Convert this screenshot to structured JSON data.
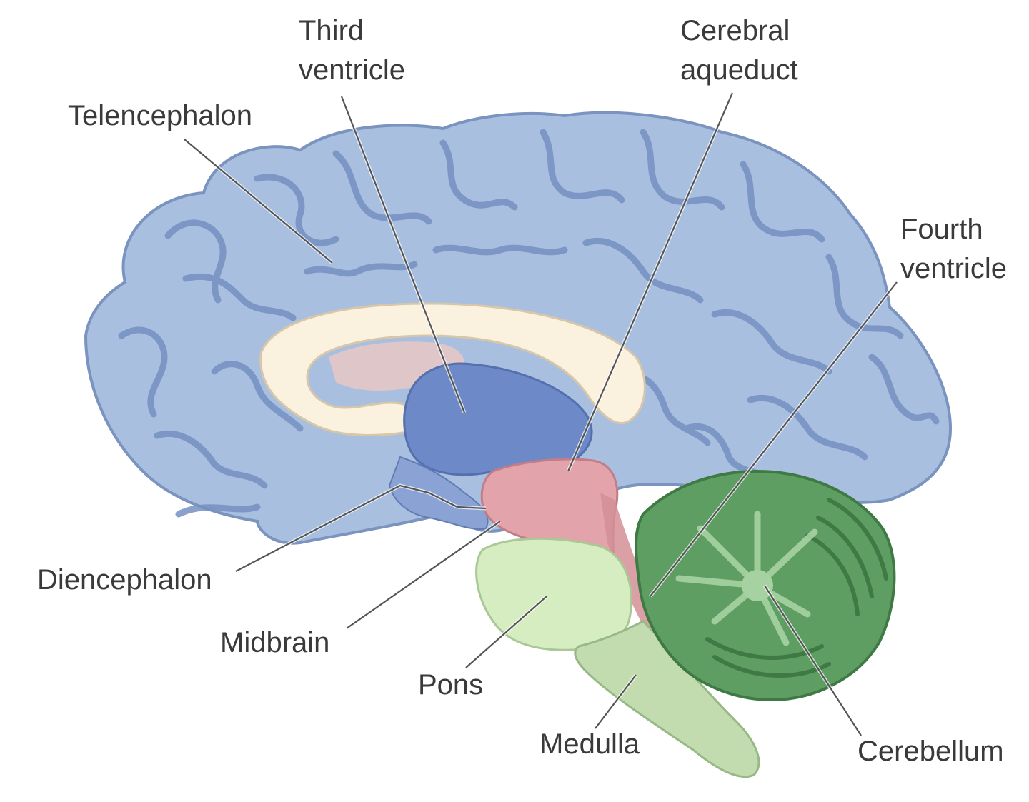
{
  "labels": {
    "third_ventricle": [
      "Third",
      "ventricle"
    ],
    "cerebral_aqueduct": [
      "Cerebral",
      "aqueduct"
    ],
    "telencephalon": "Telencephalon",
    "fourth_ventricle": [
      "Fourth",
      "ventricle"
    ],
    "diencephalon": "Diencephalon",
    "midbrain": "Midbrain",
    "pons": "Pons",
    "medulla": "Medulla",
    "cerebellum": "Cerebellum"
  },
  "colors": {
    "cerebrum": "#a9bfe0",
    "cerebrum_dark": "#6f8cbf",
    "corpus_callosum": "#fbf1df",
    "diencephalon": "#6d89c7",
    "midbrain": "#e3a3aa",
    "pons": "#d6edc2",
    "medulla": "#c2dcb0",
    "cerebellum": "#5e9e62",
    "cerebellum_dark": "#3f7a45",
    "text": "#3a3a3a"
  }
}
